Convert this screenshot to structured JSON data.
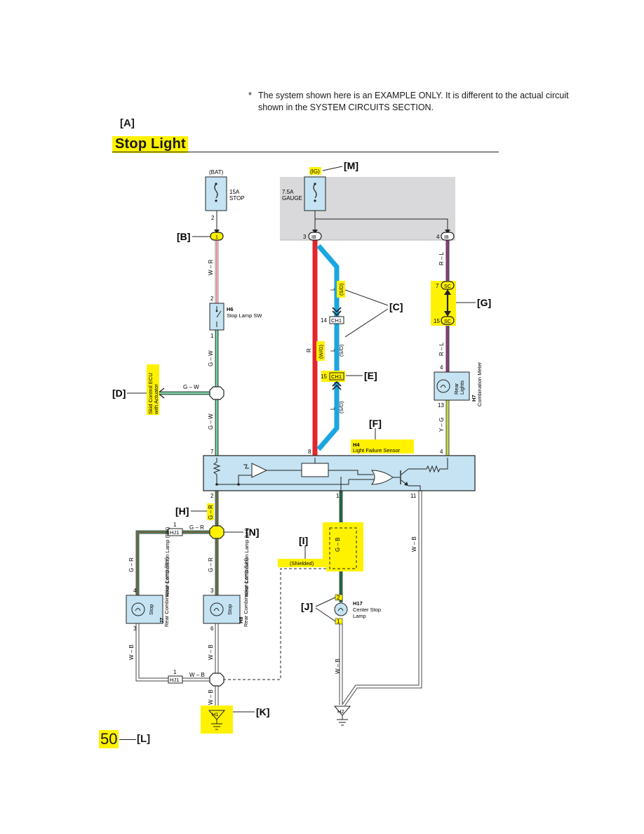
{
  "note": {
    "star": "*",
    "text": "The system shown here is an EXAMPLE ONLY. It is different to the actual circuit shown in the SYSTEM CIRCUITS SECTION."
  },
  "section": {
    "tag": "[A]",
    "title": "Stop Light"
  },
  "page": {
    "number": "50",
    "tag": "[L]"
  },
  "callouts": {
    "B": "[B]",
    "C": "[C]",
    "D": "[D]",
    "E": "[E]",
    "F": "[F]",
    "G": "[G]",
    "H": "[H]",
    "I": "[I]",
    "J": "[J]",
    "K": "[K]",
    "M": "[M]",
    "N": "[N]"
  },
  "power": {
    "bat": "(BAT)",
    "ig": "(IG)"
  },
  "fuses": {
    "stop": {
      "rating": "15A",
      "name": "STOP",
      "pin": "2"
    },
    "gauge": {
      "rating": "7.5A",
      "name": "GAUGE"
    }
  },
  "connectors": {
    "b_pin": "1",
    "ib_left_pin": "3",
    "ib_left": "IB",
    "ib_right_pin": "4",
    "ib_right": "IB",
    "ch1_top_pin": "14",
    "ch1_top": "CH1",
    "ch1_bot_pin": "15",
    "ch1_bot": "CH1",
    "sc_top_pin": "7",
    "sc_top": "SC",
    "sc_bot_pin": "15",
    "sc_bot": "SC",
    "hj1_top_pin": "1",
    "hj1_top": "HJ1",
    "hj1_bot_pin": "1",
    "hj1_bot": "HJ1"
  },
  "stop_lamp_sw": {
    "code": "H6",
    "name": "Stop Lamp SW",
    "pin_top": "2",
    "pin_bottom": "1"
  },
  "skid_ecu": {
    "line1": "Skid Control ECU",
    "line2": "with Actuator"
  },
  "combination_meter": {
    "code": "H7",
    "name": "Combination Meter",
    "lamp_line1": "Rear",
    "lamp_line2": "Lights",
    "pin_top": "4",
    "pin_bottom": "13"
  },
  "light_failure_sensor": {
    "code": "H4",
    "name": "Light Failure Sensor",
    "pin_7": "7",
    "pin_8": "8",
    "pin_4": "4",
    "pin_2": "2",
    "pin_1": "1",
    "pin_11": "11"
  },
  "rear_lamp_rh": {
    "code": "J7",
    "name": "Rear Combination Lamp (RH)",
    "lamp": "Stop",
    "pin_top": "4",
    "pin_bottom": "3"
  },
  "rear_lamp_lh": {
    "code": "H8",
    "name": "Rear Combination Lamp (LH)",
    "lamp": "Stop",
    "pin_top": "3",
    "pin_bottom": "6"
  },
  "center_stop_lamp": {
    "code": "H17",
    "line1": "Center Stop",
    "line2": "Lamp",
    "pin_top": "2",
    "pin_bottom": "1"
  },
  "grounds": {
    "h1": "H1",
    "h2": "H2"
  },
  "shielded": "(Shielded)",
  "wire_colors": {
    "w_r": "W – R",
    "g_w": "G – W",
    "g_r": "G – R",
    "w_b": "W – B",
    "r_l": "R – L",
    "y_g": "Y – G",
    "g_b": "G – B",
    "r": "R",
    "l": "L",
    "sd": "(S/D)",
    "wg": "(W/G)"
  },
  "colors": {
    "highlight": "#fff200",
    "component_fill": "#c5e3f2",
    "gauge_box": "#d9d9db",
    "wire_red": "#e2262f",
    "wire_blue": "#1aa6e0",
    "wire_green": "#169c5a",
    "wire_purple": "#8e3b7f",
    "wire_yellow_green": "#c7d83a"
  }
}
